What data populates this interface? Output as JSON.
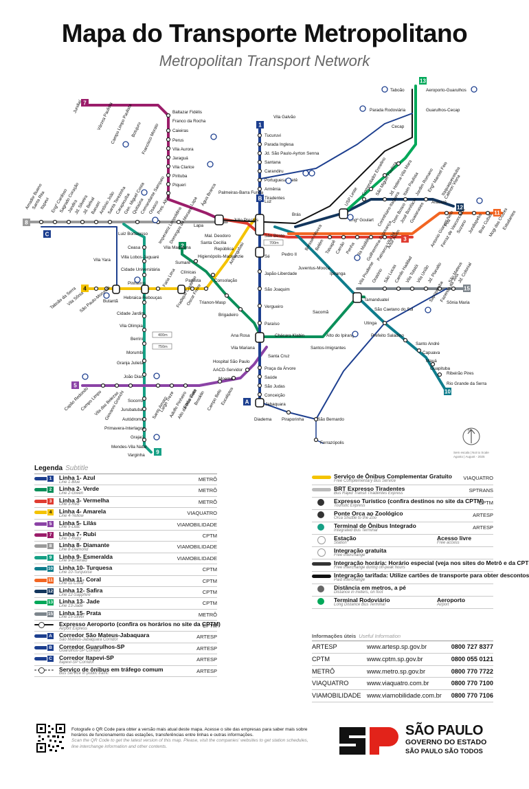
{
  "header": {
    "title": "Mapa do Transporte Metropolitano",
    "subtitle": "Metropolitan Transport Network"
  },
  "colors": {
    "l1": "#1d3f8f",
    "l2": "#0b8f5a",
    "l3": "#e03c31",
    "l4": "#f4c300",
    "l5": "#8b43a6",
    "l7": "#9b1d6a",
    "l8": "#9a9a9a",
    "l9": "#16a085",
    "l10": "#0e7c8c",
    "l11": "#f26522",
    "l12": "#13365d",
    "l13": "#00a859",
    "l15": "#7d858c",
    "emae": "#555555"
  },
  "map": {
    "line_badges": {
      "l1": "1",
      "l2": "2",
      "l3": "3",
      "l4": "4",
      "l5": "5",
      "l7": "7",
      "l8": "8",
      "l9": "9",
      "l10": "10",
      "l11": "11",
      "l12": "12",
      "l13": "13",
      "l15": "15",
      "corrA": "A",
      "corrB": "B",
      "corrC": "C"
    },
    "stations": {
      "jundiai": "Jundiaí",
      "varzea": "Várzea Paulista",
      "campo_limpo_p": "Campo Limpo Paulista",
      "botujuru": "Botujuru",
      "francisco_morato": "Francisco Morato",
      "baltazar": "Baltazar Fidélis",
      "franco": "Franco da Rocha",
      "caieiras": "Caieiras",
      "perus": "Perus",
      "vila_aurora": "Vila Aurora",
      "jaragua": "Jaraguá",
      "vila_clarice": "Vila Clarice",
      "piqueri": "Piqueri",
      "pirituba": "Pirituba",
      "lapa": "Lapa",
      "agua_branca": "Água Branca",
      "palmeiras": "Palmeiras-Barra Funda",
      "julio_prestes": "Júlio Prestes",
      "luz": "Luz",
      "bras": "Brás",
      "mal_deodoro": "Mal. Deodoro",
      "santa_cecilia": "Santa Cecília",
      "republica": "República",
      "anhangabau": "Anhangabaú",
      "sao_bento": "São Bento",
      "se": "Sé",
      "pedro_ii": "Pedro II",
      "japao": "Japão-Liberdade",
      "sao_joaquim": "São Joaquim",
      "vergueiro": "Vergueiro",
      "paraiso": "Paraíso",
      "ana_rosa": "Ana Rosa",
      "vila_mariana": "Vila Mariana",
      "santa_cruz": "Santa Cruz",
      "chacara_klabin": "Chácara Klabin",
      "praca_arvore": "Praça da Árvore",
      "saude": "Saúde",
      "sao_judas": "São Judas",
      "conceicao": "Conceição",
      "jabaquara": "Jabaquara",
      "vila_galvao": "Vila Galvão",
      "tucuruvi": "Tucuruvi",
      "parada_inglesa": "Parada Inglesa",
      "jd_sp": "Jd. São Paulo-Ayrton Senna",
      "santana": "Santana",
      "carandiru": "Carandiru",
      "portuguesa": "Portuguesa-Tietê",
      "armenia": "Armênia",
      "tiradentes": "Tiradentes",
      "vila_madalena": "Vila Madalena",
      "sumare": "Sumaré",
      "clinicas": "Clínicas",
      "consolacao": "Consolação",
      "trianon": "Trianon-Masp",
      "brigadeiro": "Brigadeiro",
      "higienopolis": "Higienópolis-Mackenzie",
      "paulista": "Paulista",
      "oscar_freire": "Oscar Freire",
      "fradique": "Fradique Coutinho",
      "faria_lima": "Faria Lima",
      "pinheiros": "Pinheiros",
      "butanta": "Butantã",
      "sao_paulo_morumbi": "São Paulo-Morumbi",
      "vila_sonia": "Vila Sônia",
      "taboao": "Taboão da Serra",
      "luiz_bortolosso": "Luiz Bortolosso",
      "ceasa": "Ceasa",
      "vila_lobos": "Villa Lobos-Jaguaré",
      "cidade_univ": "Cidade Universitária",
      "hebraica": "Hebraica-Rebouças",
      "cidade_jardim": "Cidade Jardim",
      "vila_olimpia": "Vila Olímpia",
      "berrini": "Berrini",
      "morumbi": "Morumbi",
      "granja_julieta": "Granja Julieta",
      "joao_dias": "João Dias",
      "socorro": "Socorro",
      "jurubatuba": "Jurubatuba",
      "autodromo": "Autódromo",
      "primavera": "Primavera-Interlagos",
      "grajau": "Grajaú",
      "mendes": "Mendes-Vila Natal",
      "varginha": "Varginha",
      "capao": "Capão Redondo",
      "campo_limpo": "Campo Limpo",
      "vila_belezas": "Vila das Belezas",
      "giovanni": "Giovanni Gronchi",
      "santo_amaro": "Santo Amaro",
      "largo_treze": "Largo Treze",
      "adolfo": "Adolfo Pinheiro",
      "alto_boa_vista": "Alto da Boa Vista",
      "borba_gato": "Borba Gato",
      "brooklin": "Brooklin",
      "campo_belo": "Campo Belo",
      "eucaliptos": "Eucaliptos",
      "moema": "Moema",
      "aacd": "AACD-Servidor",
      "hospital": "Hospital São Paulo",
      "amador": "Amador Bueno",
      "santa_rita": "Santa Rita",
      "itapevi": "Itapevi",
      "eng_cardoso": "Engº Cardoso",
      "sagrado": "Sagrado Coração",
      "jandira": "Jandira",
      "jd_silveira": "Jd. Silveira",
      "jd_belval": "Jd. Belval",
      "barueri": "Barueri",
      "antonio_joao": "Antônio João",
      "santa_terezinha": "Santa Terezinha",
      "carapicuiba": "Carapicuíba",
      "gen_miguel": "Gen. Miguel Costa",
      "quitauna": "Quitaúna",
      "comandante": "Comandante Sampaio",
      "osasco": "Osasco",
      "presidente_altino": "Pres. Altino",
      "imperatriz": "Imperatriz Leopoldina",
      "domingos": "Domingos de Moraes",
      "vila_yara": "Vila Yara",
      "juventus": "Juventus-Mooca",
      "ipiranga": "Ipiranga",
      "tamanduatei": "Tamanduateí",
      "sao_caetano": "São Caetano do Sul",
      "utinga": "Utinga",
      "prefeito_saladino": "Prefeito Saladino",
      "santo_andre": "Santo André",
      "capuava": "Capuava",
      "maua": "Mauá",
      "guapituba": "Guapituba",
      "ribeirao": "Ribeirão Pires",
      "rio_grande": "Rio Grande da Serra",
      "sacoma": "Sacomã",
      "alto_ipiranga": "Alto do Ipiranga",
      "santos_imigrantes": "Santos-Imigrantes",
      "bresser": "Bresser-Mooca",
      "belem": "Belém",
      "tatuape": "Tatuapé",
      "carrao": "Carrão",
      "penha": "Penha",
      "vila_matilde": "Vila Matilde",
      "guilhermina": "Guilhermina-Esperança",
      "patriarca": "Patriarca-Vila Ré",
      "artur_alvim": "Artur Alvim",
      "corinthians": "Corinthians-Itaquera",
      "dom_bosco": "Dom Bosco",
      "jose_bonifacio": "José Bonifácio",
      "guaianases": "Guaianases",
      "antonio_gianetti": "Antonio Gianetti Neto",
      "fer_vasconcelos": "Ferraz de Vasconcelos",
      "poa": "Poá",
      "calmon": "Calmon Viana",
      "suzano": "Suzano",
      "jundiapeba": "Jundiapeba",
      "braz_cubas": "Braz Cubas",
      "mogi": "Mogi das Cruzes",
      "estudantes": "Estudantes",
      "usp_leste": "USP Leste",
      "comendador": "Comendador Ermelino",
      "sao_miguel": "São Miguel Paulista",
      "jd_helena": "Jd. Helena-Vila Mara",
      "itaim": "Itaim Paulista",
      "jd_romano": "Jardim Romano",
      "eng_manoel": "Engº Manoel Feio",
      "itaquaquecetuba": "Itaquaquecetuba",
      "aracare": "Aracaré",
      "eng_goulart": "Engº Goulart",
      "taboao_guarulhos": "Taboão",
      "aeroporto": "Aeroporto-Guarulhos",
      "parada_rodoviaria": "Parada Rodoviária",
      "guarulhos_cecap": "Guarulhos-Cecap",
      "cecap": "Cecap",
      "vila_prudente": "Vila Prudente",
      "oratorio": "Oratório",
      "sao_lucas": "São Lucas",
      "camilo": "Camilo Haddad",
      "vila_tolstoi": "Vila Tolstói",
      "vila_uniao": "Vila União",
      "jd_planalto": "Jd. Planalto",
      "sapopemba": "Sapopemba",
      "fazenda_juta": "Fazenda da Juta",
      "sao_mateus": "São Mateus",
      "jd_colonial": "Jd. Colonial",
      "sonia_maria": "Sônia Maria",
      "diadema": "Diadema",
      "piraporinha": "Piraporinha",
      "sao_bernardo": "São Bernardo",
      "ferrazopolis": "Ferrazópolis",
      "lapa2": "Lapa"
    },
    "distances": {
      "d1": "400m",
      "d2": "750m",
      "d3": "700m"
    },
    "scale_note": "Sem escala | Not to Scale",
    "date_note": "Agosto | August - 2025"
  },
  "legend": {
    "title": "Legenda",
    "subtitle": "Subtitle",
    "left": [
      {
        "n": "1",
        "c": "#1d3f8f",
        "name": "Linha 1- Azul",
        "en": "Line 1-Blue",
        "op": "METRÔ"
      },
      {
        "n": "2",
        "c": "#0b8f5a",
        "name": "Linha 2- Verde",
        "en": "Line 2-Green",
        "op": "METRÔ"
      },
      {
        "n": "3",
        "c": "#e03c31",
        "name": "Linha 3- Vermelha",
        "en": "Line 3-Red",
        "op": "METRÔ"
      },
      {
        "n": "4",
        "c": "#f4c300",
        "name": "Linha 4- Amarela",
        "en": "Line 4-Yellow",
        "op": "VIAQUATRO"
      },
      {
        "n": "5",
        "c": "#8b43a6",
        "name": "Linha 5- Lilás",
        "en": "Line 5-Lilac",
        "op": "VIAMOBILIDADE"
      },
      {
        "n": "7",
        "c": "#9b1d6a",
        "name": "Linha 7- Rubi",
        "en": "Line 7-Ruby",
        "op": "CPTM"
      },
      {
        "n": "8",
        "c": "#9a9a9a",
        "name": "Linha 8- Diamante",
        "en": "Line 8-Diamond",
        "op": "VIAMOBILIDADE"
      },
      {
        "n": "9",
        "c": "#16a085",
        "name": "Linha 9- Esmeralda",
        "en": "Line 9-Emerald",
        "op": "VIAMOBILIDADE"
      },
      {
        "n": "10",
        "c": "#0e7c8c",
        "name": "Linha 10- Turquesa",
        "en": "Line 10-Turquoise",
        "op": "CPTM"
      },
      {
        "n": "11",
        "c": "#f26522",
        "name": "Linha 11- Coral",
        "en": "Line 11-Coral",
        "op": "CPTM"
      },
      {
        "n": "12",
        "c": "#13365d",
        "name": "Linha 12- Safira",
        "en": "Line 12-Sapphire",
        "op": "CPTM"
      },
      {
        "n": "13",
        "c": "#00a859",
        "name": "Linha 13- Jade",
        "en": "Line 13-Jade",
        "op": "CPTM"
      },
      {
        "n": "15",
        "c": "#7d858c",
        "name": "Linha 15- Prata",
        "en": "Line 15-Silver",
        "op": "METRÔ"
      },
      {
        "n": "",
        "c": "#111111",
        "name": "Expresso Aeroporto (confira os horários no site da CPTM)",
        "en": "Airport Express",
        "op": "CPTM"
      },
      {
        "n": "A",
        "c": "#1d3f8f",
        "name": "Corredor São Mateus-Jabaquara",
        "en": "São Mateus-Jabaquara Corridor",
        "op": "ARTESP"
      },
      {
        "n": "B",
        "c": "#1d3f8f",
        "name": "Corredor Guarulhos-SP",
        "en": "Guarulhos-SP Corridor",
        "op": "ARTESP"
      },
      {
        "n": "C",
        "c": "#1d3f8f",
        "name": "Corredor Itapevi-SP",
        "en": "Itapevi-SP Corridor",
        "op": "ARTESP"
      },
      {
        "n": "",
        "c": "#888888",
        "name": "Serviço de ônibus em tráfego comum",
        "en": "Bus Service in public traffic",
        "op": "ARTESP"
      }
    ],
    "right": [
      {
        "name": "Serviço de Ônibus Complementar Gratuito",
        "en": "Free Complementary Bus Service",
        "op": "VIAQUATRO"
      },
      {
        "name": "BRT Expresso Tiradentes",
        "en": "Bus Rapid Transit Tiradentes Express",
        "op": "SPTRANS"
      },
      {
        "name": "Expresso Turístico (confira destinos no site da CPTM)",
        "en": "Touristic Express",
        "op": "CPTM"
      },
      {
        "name": "Ponte Orca ao Zoológico",
        "en": "Orca Shuttle to the Zoo",
        "op": "ARTESP"
      },
      {
        "name": "Terminal de Ônibus Integrado",
        "en": "Integrated Bus Terminal",
        "op": "ARTESP"
      },
      {
        "name": "Estação",
        "en": "Station",
        "op": "",
        "extra": "Acesso livre",
        "extra_en": "Free access"
      },
      {
        "name": "Integração gratuita",
        "en": "Free interchange",
        "op": ""
      },
      {
        "name": "Integração horária: Horário especial (veja nos sites do Metrô e da CPTM)",
        "en": "Free interchange during off-peak hours",
        "op": ""
      },
      {
        "name": "Integração tarifada: Utilize cartões de transporte para obter descontos",
        "en": "Paid interchange",
        "op": ""
      },
      {
        "name": "Distância em metros, a pé",
        "en": "Distance in meters, on foot",
        "op": ""
      },
      {
        "name": "Terminal Rodoviário",
        "en": "Long Distance Bus Terminal",
        "op": "",
        "extra": "Aeroporto",
        "extra_en": "Airport"
      }
    ]
  },
  "info": {
    "title": "Informações úteis",
    "subtitle": "Useful Information",
    "rows": [
      {
        "org": "ARTESP",
        "url": "www.artesp.sp.gov.br",
        "phone": "0800 727 8377"
      },
      {
        "org": "CPTM",
        "url": "www.cptm.sp.gov.br",
        "phone": "0800 055 0121"
      },
      {
        "org": "METRÔ",
        "url": "www.metro.sp.gov.br",
        "phone": "0800 770 7722"
      },
      {
        "org": "VIAQUATRO",
        "url": "www.viaquatro.com.br",
        "phone": "0800 770 7100"
      },
      {
        "org": "VIAMOBILIDADE",
        "url": "www.viamobilidade.com.br",
        "phone": "0800 770 7106"
      }
    ]
  },
  "footer": {
    "pt": "Fotografe o QR Code para obter a versão mais atual deste mapa. Acesse o site das empresas para saber mais sobre horários de funcionamento das estações, transferências entre linhas e outras informações.",
    "en": "Scan the QR Code to get the latest version of this map. Please, visit the companies' websites to get station schedules, line interchange information and other contents.",
    "brand1": "SÃO PAULO",
    "brand2": "GOVERNO DO ESTADO",
    "brand3": "SÃO PAULO SÃO TODOS"
  }
}
